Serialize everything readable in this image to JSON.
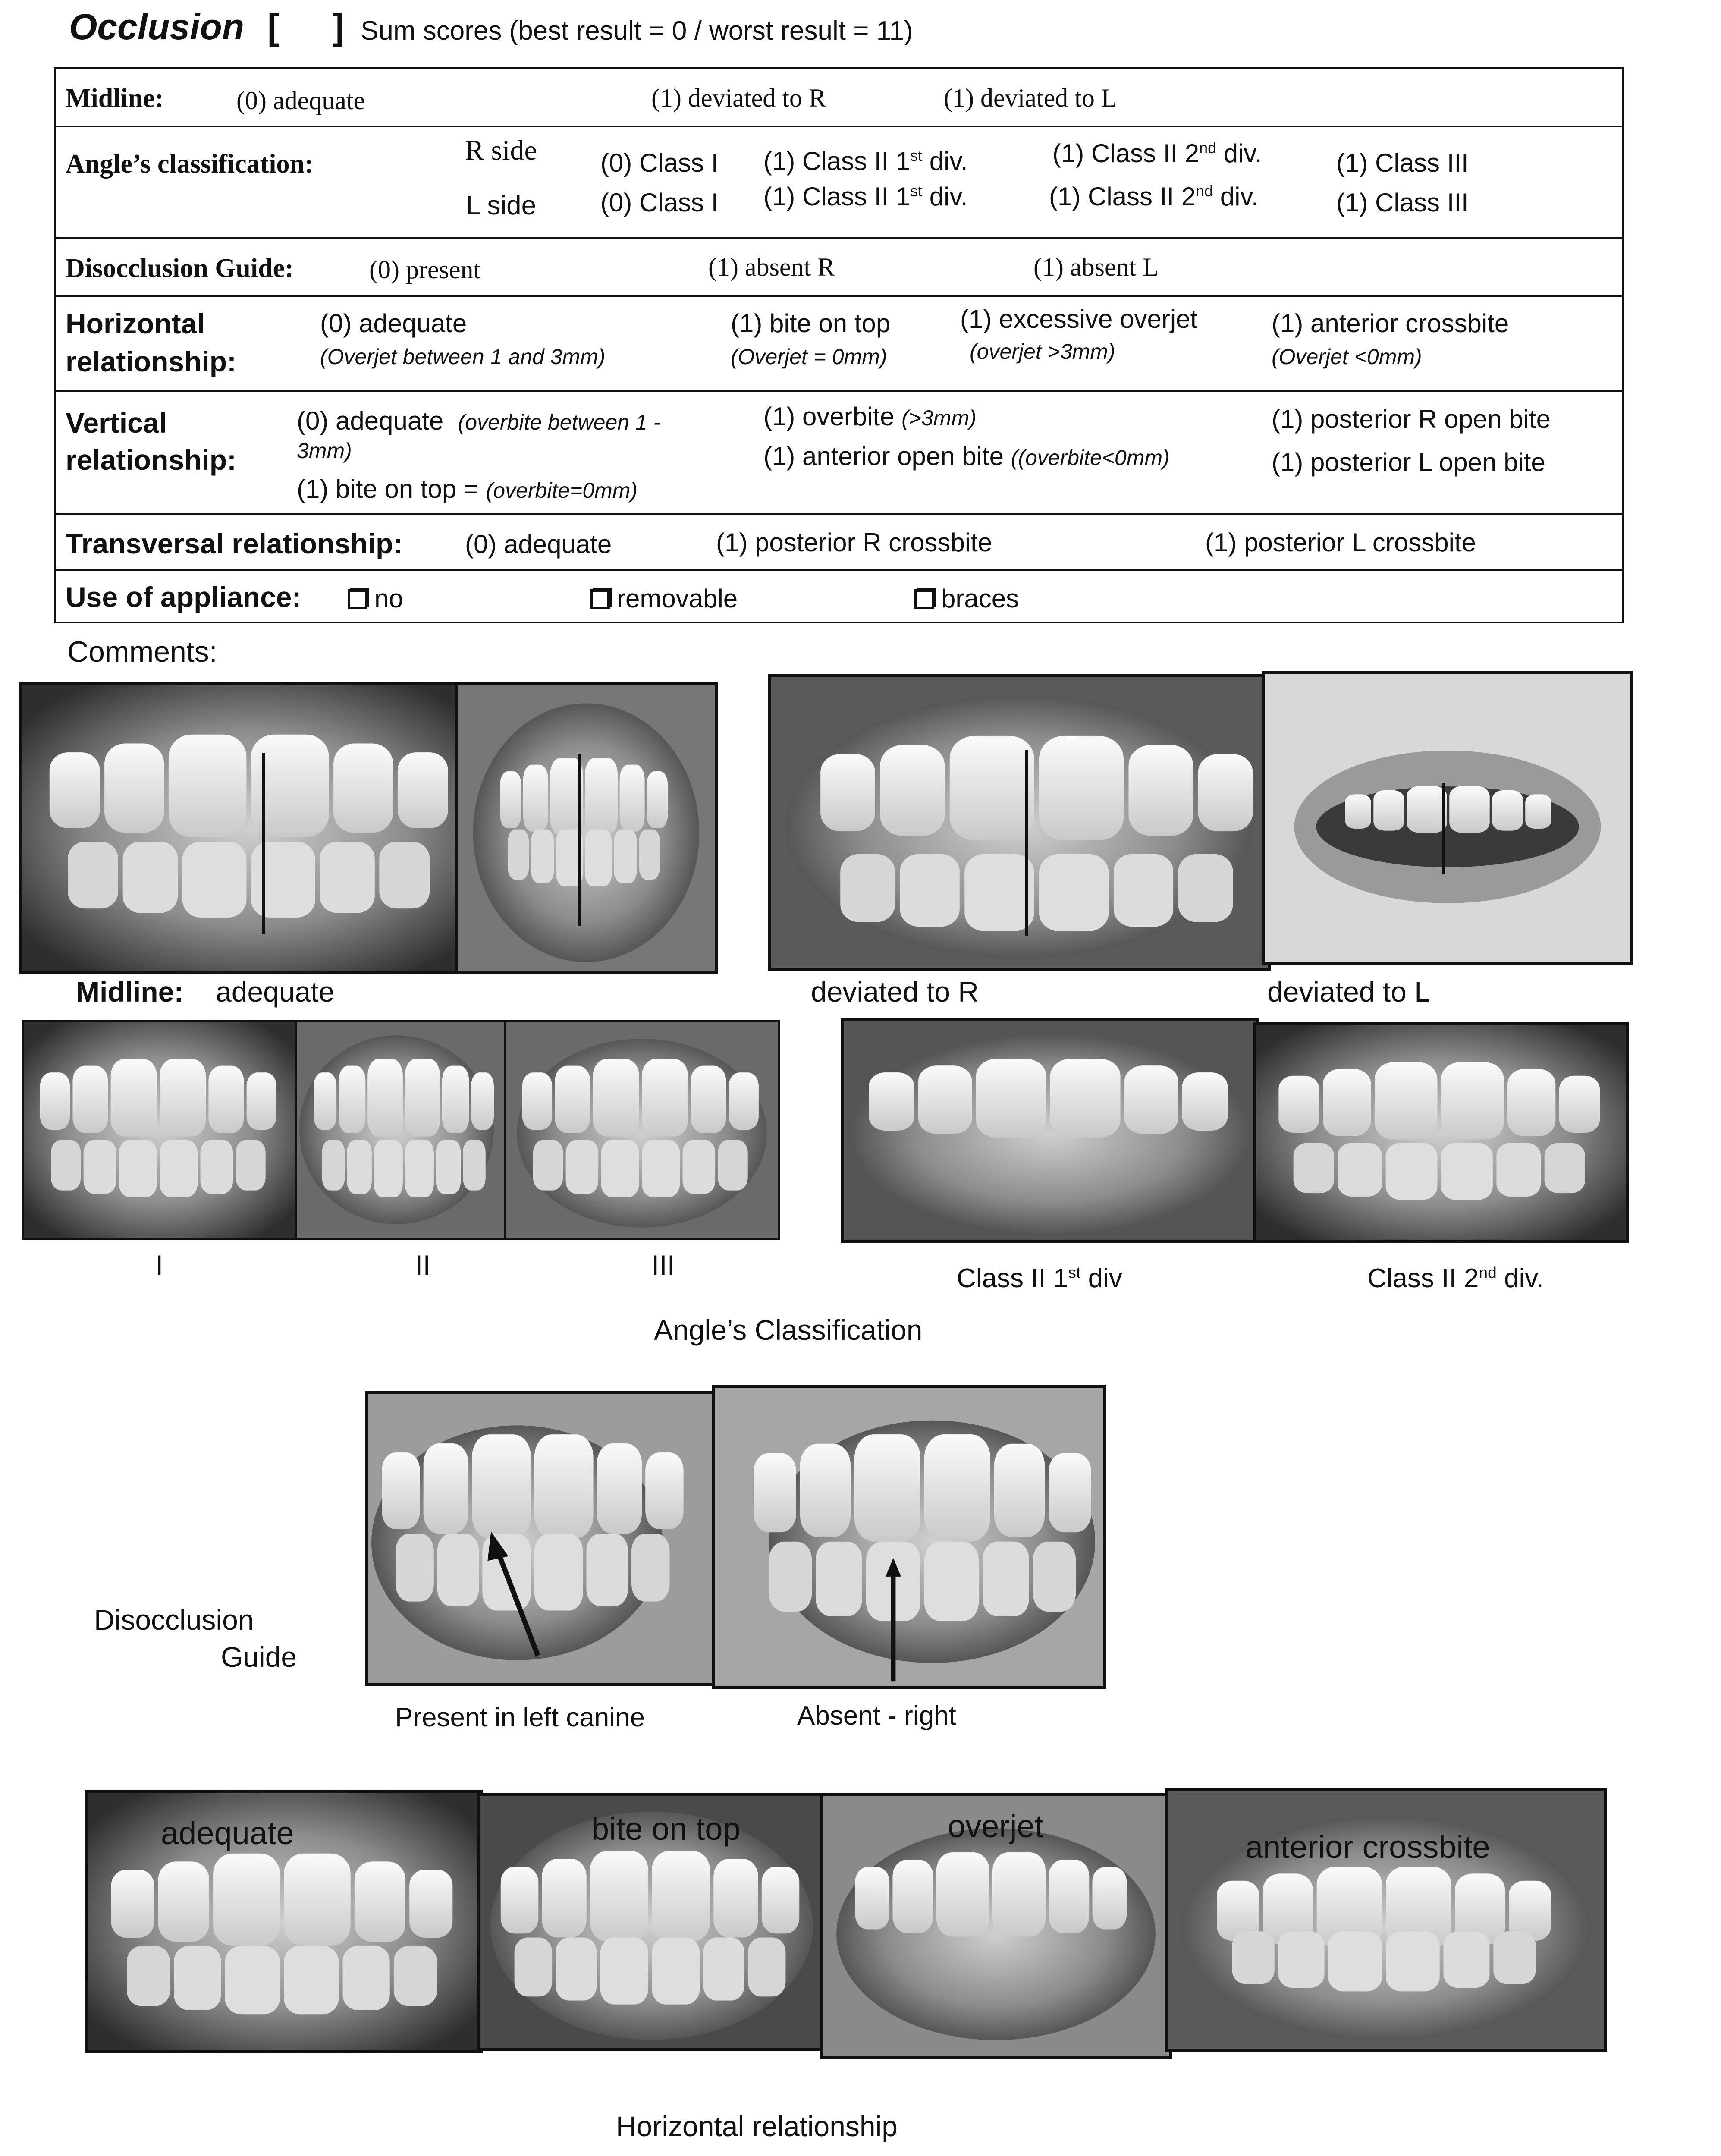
{
  "header": {
    "title": "Occlusion",
    "bracket_open": "[",
    "bracket_close": "]",
    "sum_scores": "Sum scores (best result = 0 / worst result = 11)"
  },
  "form": {
    "midline": {
      "label": "Midline:",
      "opt0": "(0) adequate",
      "opt_r": "(1) deviated to R",
      "opt_l": "(1) deviated to L"
    },
    "angle": {
      "label": "Angle’s classification:",
      "r_side": "R side",
      "l_side": "L side",
      "class1": "(0) Class I",
      "class2_1_pre": "(1) Class II 1",
      "class2_1_sup": "st",
      "class2_1_post": " div.",
      "class2_2_pre": "(1) Class II 2",
      "class2_2_sup": "nd",
      "class2_2_post": " div.",
      "class3": "(1) Class III"
    },
    "disocclusion": {
      "label": "Disocclusion Guide:",
      "opt0": "(0) present",
      "opt_r": "(1) absent R",
      "opt_l": "(1) absent L"
    },
    "horizontal": {
      "label_line1": "Horizontal",
      "label_line2": "relationship:",
      "opt0": "(0) adequate",
      "opt0_note": "(Overjet between 1 and 3mm)",
      "opt1": "(1) bite on top",
      "opt1_note": "(Overjet = 0mm)",
      "opt2": "(1) excessive overjet",
      "opt2_note": "(overjet >3mm)",
      "opt3": "(1) anterior crossbite",
      "opt3_note": "(Overjet <0mm)"
    },
    "vertical": {
      "label_line1": "Vertical",
      "label_line2": "relationship:",
      "opt0": "(0)  adequate",
      "opt0_note_a": "(overbite  between  1  -",
      "opt0_note_b": "3mm)",
      "opt_bite": "(1) bite on top = ",
      "opt_bite_note": "(overbite=0mm)",
      "opt_overbite": "(1) overbite ",
      "opt_overbite_note": "(>3mm)",
      "opt_open": "(1) anterior open bite ",
      "opt_open_note": "((overbite<0mm)",
      "opt_post_r": "(1) posterior R open bite",
      "opt_post_l": "(1) posterior L open bite"
    },
    "transversal": {
      "label": "Transversal relationship:",
      "opt0": "(0) adequate",
      "opt_r": "(1) posterior R crossbite",
      "opt_l": "(1) posterior L crossbite"
    },
    "appliance": {
      "label": "Use of appliance:",
      "opt_no": "no",
      "opt_removable": "removable",
      "opt_braces": "braces"
    }
  },
  "comments_label": "Comments:",
  "midline_photos": {
    "caption_label": "Midline:",
    "caption_adequate": "adequate",
    "caption_r": "deviated to R",
    "caption_l": "deviated to L"
  },
  "angle_photos": {
    "cap_1": "I",
    "cap_2": "II",
    "cap_3": "III",
    "cap_21_pre": "Class II 1",
    "cap_21_sup": "st",
    "cap_21_post": " div",
    "cap_22_pre": "Class II 2",
    "cap_22_sup": "nd",
    "cap_22_post": " div.",
    "section_title": "Angle’s Classification"
  },
  "disocclusion_photos": {
    "label_line1": "Disocclusion",
    "label_line2": "Guide",
    "cap_left": "Present in left canine",
    "cap_right": "Absent - right"
  },
  "horizontal_photos": {
    "lbl_adequate": "adequate",
    "lbl_bite": "bite on top",
    "lbl_overjet": "overjet",
    "lbl_cross": "anterior crossbite",
    "section_title": "Horizontal relationship"
  }
}
